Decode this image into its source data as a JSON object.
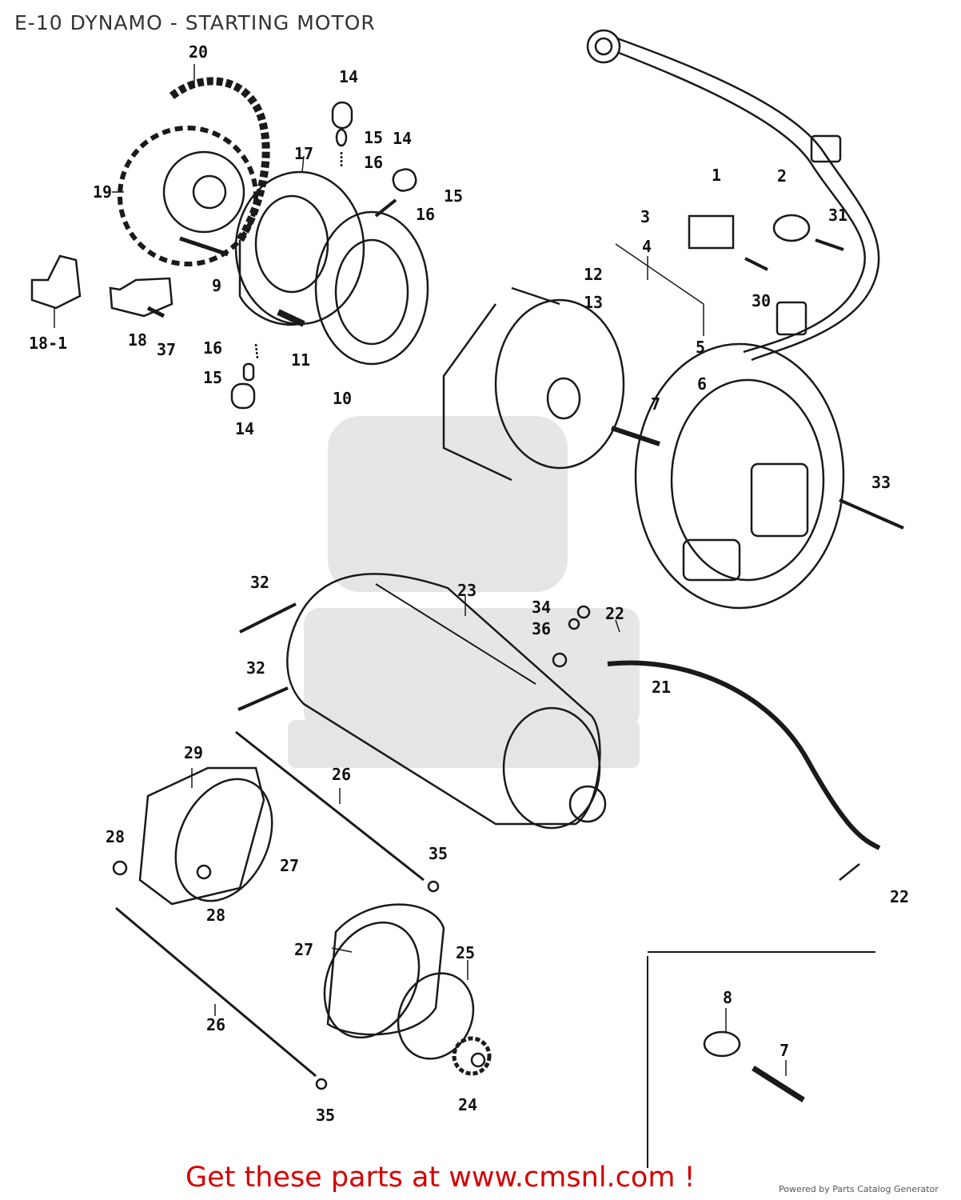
{
  "header": {
    "title": "E-10 DYNAMO - STARTING MOTOR"
  },
  "callouts": [
    {
      "id": "c-20",
      "text": "20"
    },
    {
      "id": "c-14a",
      "text": "14"
    },
    {
      "id": "c-15a",
      "text": "15"
    },
    {
      "id": "c-14b",
      "text": "14"
    },
    {
      "id": "c-16a",
      "text": "16"
    },
    {
      "id": "c-17",
      "text": "17"
    },
    {
      "id": "c-19",
      "text": "19"
    },
    {
      "id": "c-15b",
      "text": "15"
    },
    {
      "id": "c-16b",
      "text": "16"
    },
    {
      "id": "c-1",
      "text": "1"
    },
    {
      "id": "c-2",
      "text": "2"
    },
    {
      "id": "c-31",
      "text": "31"
    },
    {
      "id": "c-3",
      "text": "3"
    },
    {
      "id": "c-4",
      "text": "4"
    },
    {
      "id": "c-12",
      "text": "12"
    },
    {
      "id": "c-13",
      "text": "13"
    },
    {
      "id": "c-30",
      "text": "30"
    },
    {
      "id": "c-9",
      "text": "9"
    },
    {
      "id": "c-18-1",
      "text": "18-1"
    },
    {
      "id": "c-18",
      "text": "18"
    },
    {
      "id": "c-37",
      "text": "37"
    },
    {
      "id": "c-16c",
      "text": "16"
    },
    {
      "id": "c-11",
      "text": "11"
    },
    {
      "id": "c-5",
      "text": "5"
    },
    {
      "id": "c-15c",
      "text": "15"
    },
    {
      "id": "c-10",
      "text": "10"
    },
    {
      "id": "c-6",
      "text": "6"
    },
    {
      "id": "c-14c",
      "text": "14"
    },
    {
      "id": "c-7a",
      "text": "7"
    },
    {
      "id": "c-33",
      "text": "33"
    },
    {
      "id": "c-32a",
      "text": "32"
    },
    {
      "id": "c-23",
      "text": "23"
    },
    {
      "id": "c-34",
      "text": "34"
    },
    {
      "id": "c-22a",
      "text": "22"
    },
    {
      "id": "c-36",
      "text": "36"
    },
    {
      "id": "c-32b",
      "text": "32"
    },
    {
      "id": "c-21",
      "text": "21"
    },
    {
      "id": "c-29",
      "text": "29"
    },
    {
      "id": "c-26a",
      "text": "26"
    },
    {
      "id": "c-28a",
      "text": "28"
    },
    {
      "id": "c-27a",
      "text": "27"
    },
    {
      "id": "c-35a",
      "text": "35"
    },
    {
      "id": "c-28b",
      "text": "28"
    },
    {
      "id": "c-22b",
      "text": "22"
    },
    {
      "id": "c-27b",
      "text": "27"
    },
    {
      "id": "c-25",
      "text": "25"
    },
    {
      "id": "c-8",
      "text": "8"
    },
    {
      "id": "c-26b",
      "text": "26"
    },
    {
      "id": "c-7b",
      "text": "7"
    },
    {
      "id": "c-24",
      "text": "24"
    },
    {
      "id": "c-35b",
      "text": "35"
    }
  ],
  "footer": {
    "cta": "Get these parts at www.cmsnl.com !",
    "powered_by": "Powered by Parts Catalog Generator"
  }
}
